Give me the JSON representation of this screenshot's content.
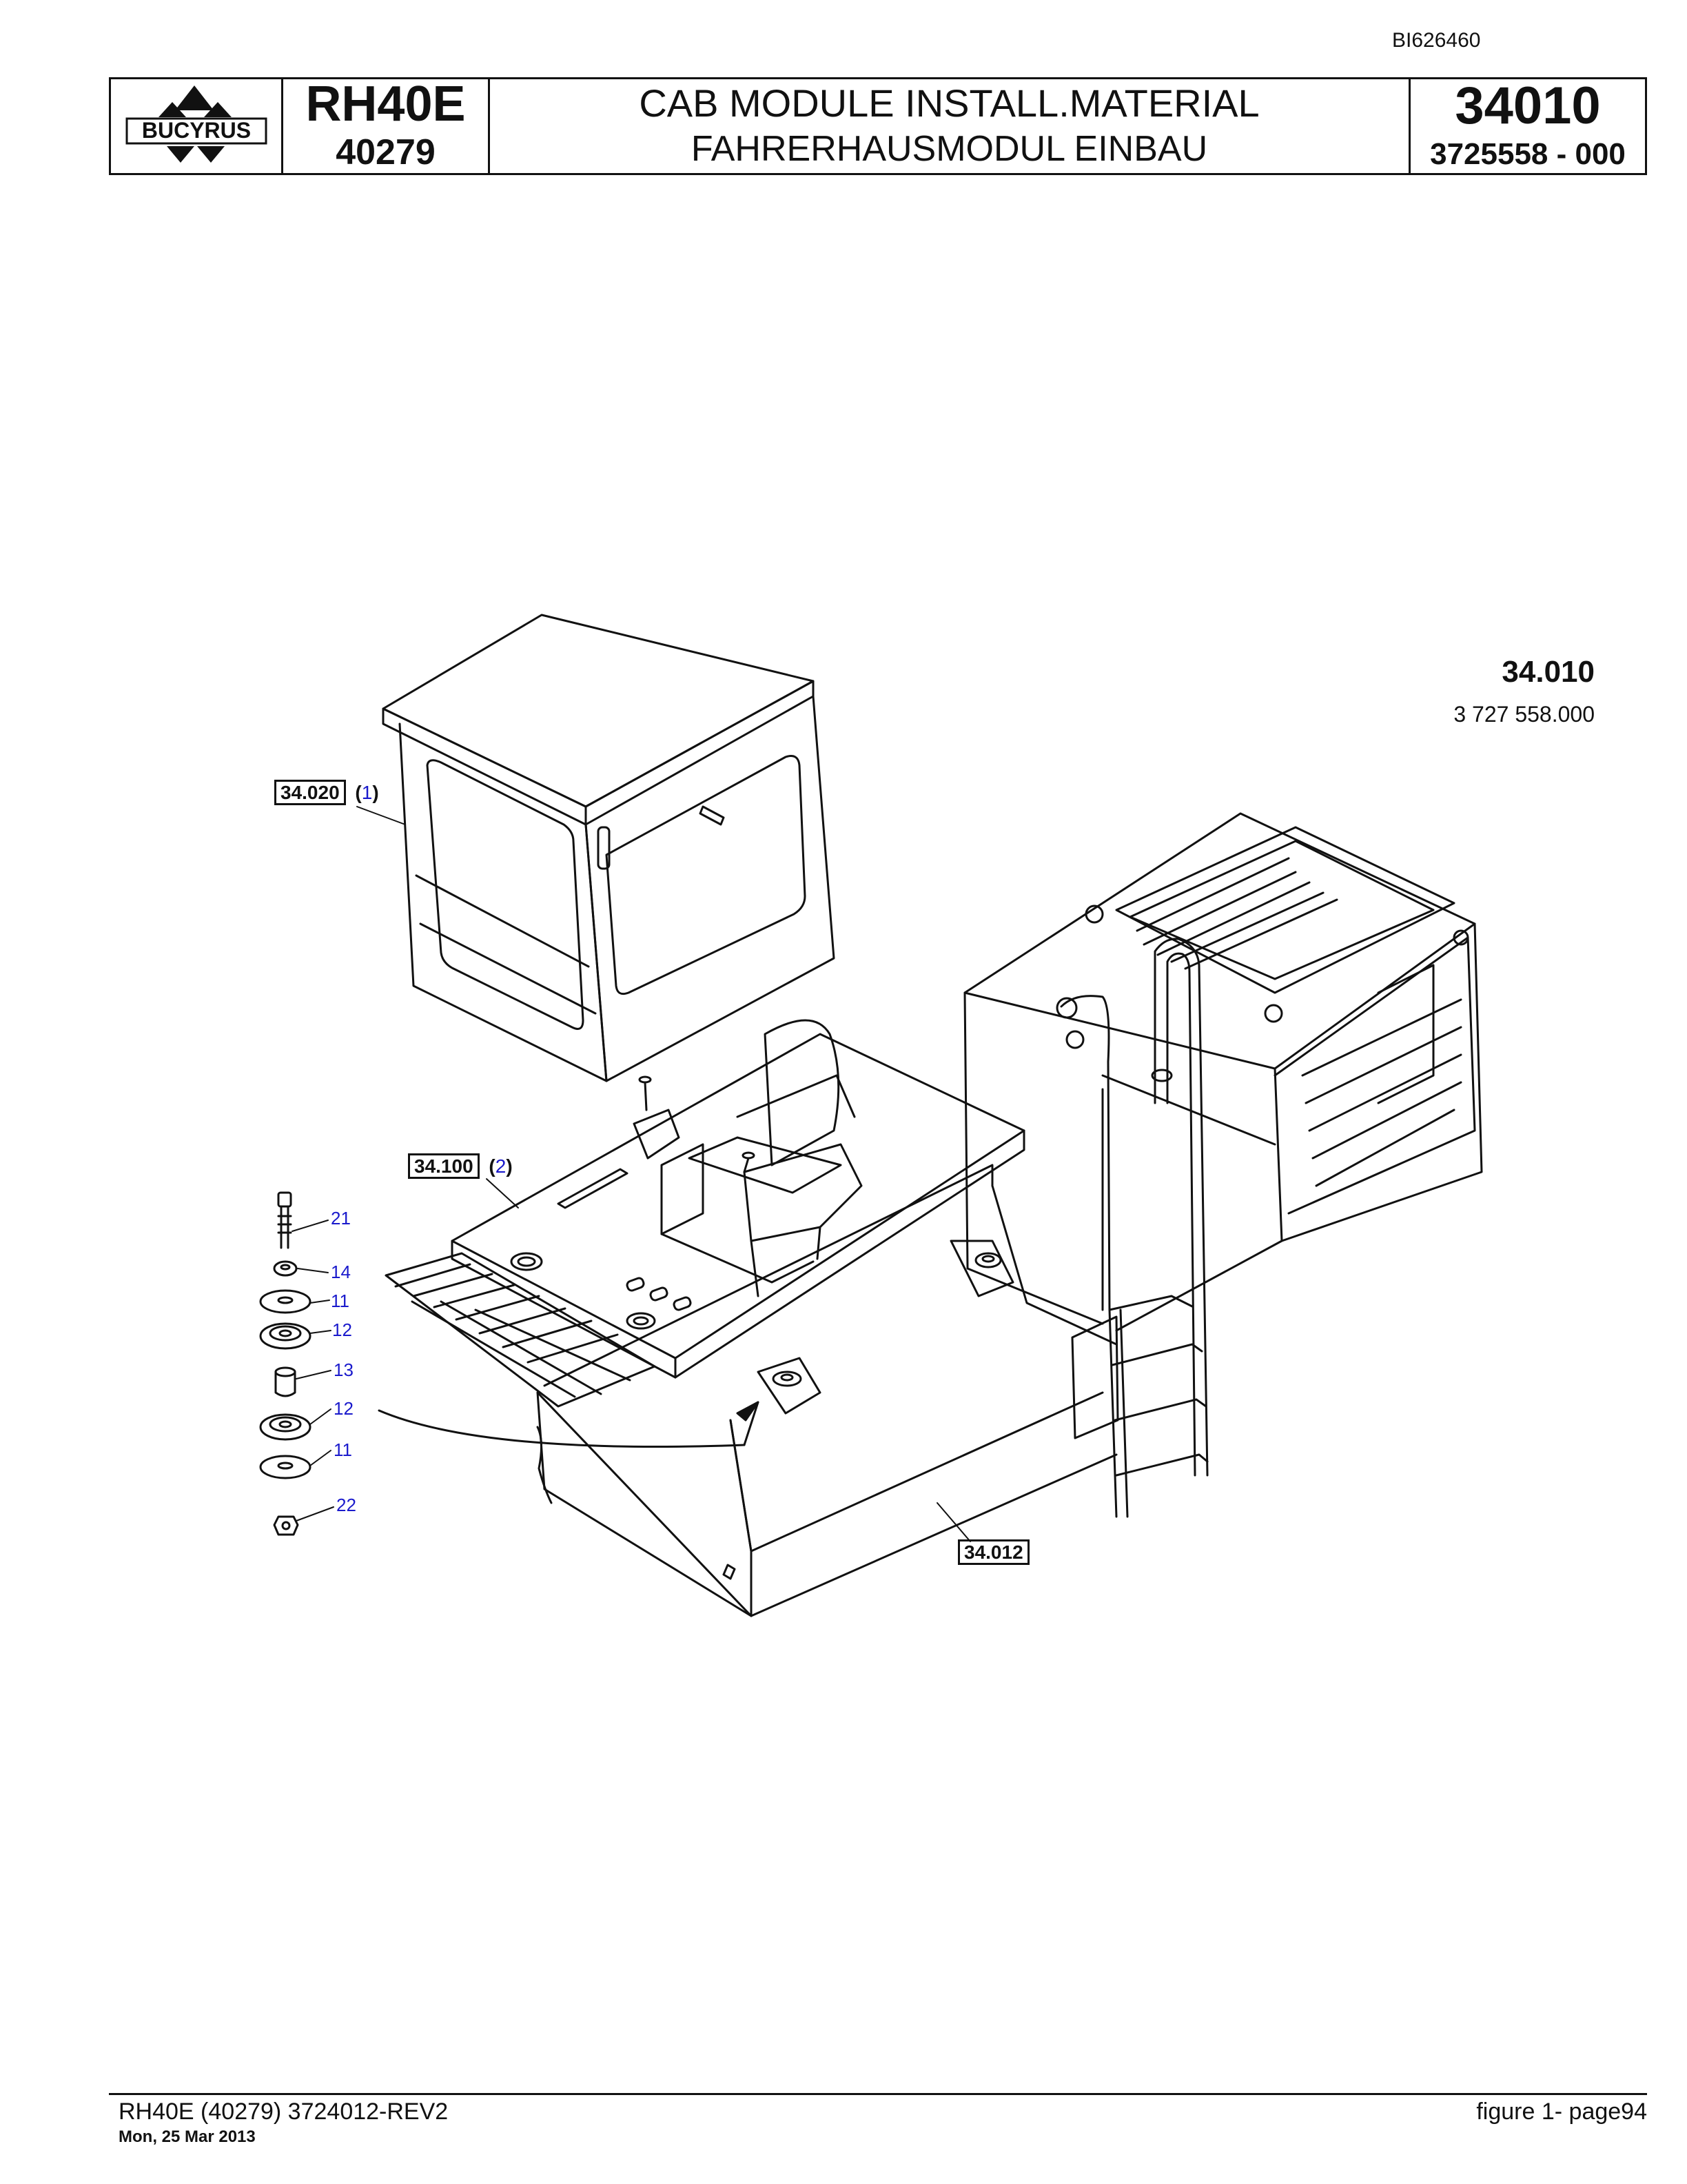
{
  "doc_id": "BI626460",
  "header": {
    "brand": "BUCYRUS",
    "model": "RH40E",
    "serial": "40279",
    "title_en": "CAB MODULE INSTALL.MATERIAL",
    "title_de": "FAHRERHAUSMODUL EINBAU",
    "group_number": "34010",
    "part_number": "3725558  - 000"
  },
  "figure": {
    "code": "34.010",
    "number": "3 727 558.000",
    "callouts": {
      "cab": "34.020",
      "cab_ref": "1",
      "platform": "34.100",
      "platform_ref": "2",
      "base": "34.012"
    },
    "items": [
      "21",
      "14",
      "11",
      "12",
      "13",
      "12",
      "11",
      "22"
    ]
  },
  "footer": {
    "left": "RH40E (40279) 3724012-REV2",
    "date": "Mon, 25 Mar 2013",
    "right": "figure  1- page94"
  },
  "colors": {
    "ink": "#111111",
    "item_label": "#1a1acc"
  }
}
